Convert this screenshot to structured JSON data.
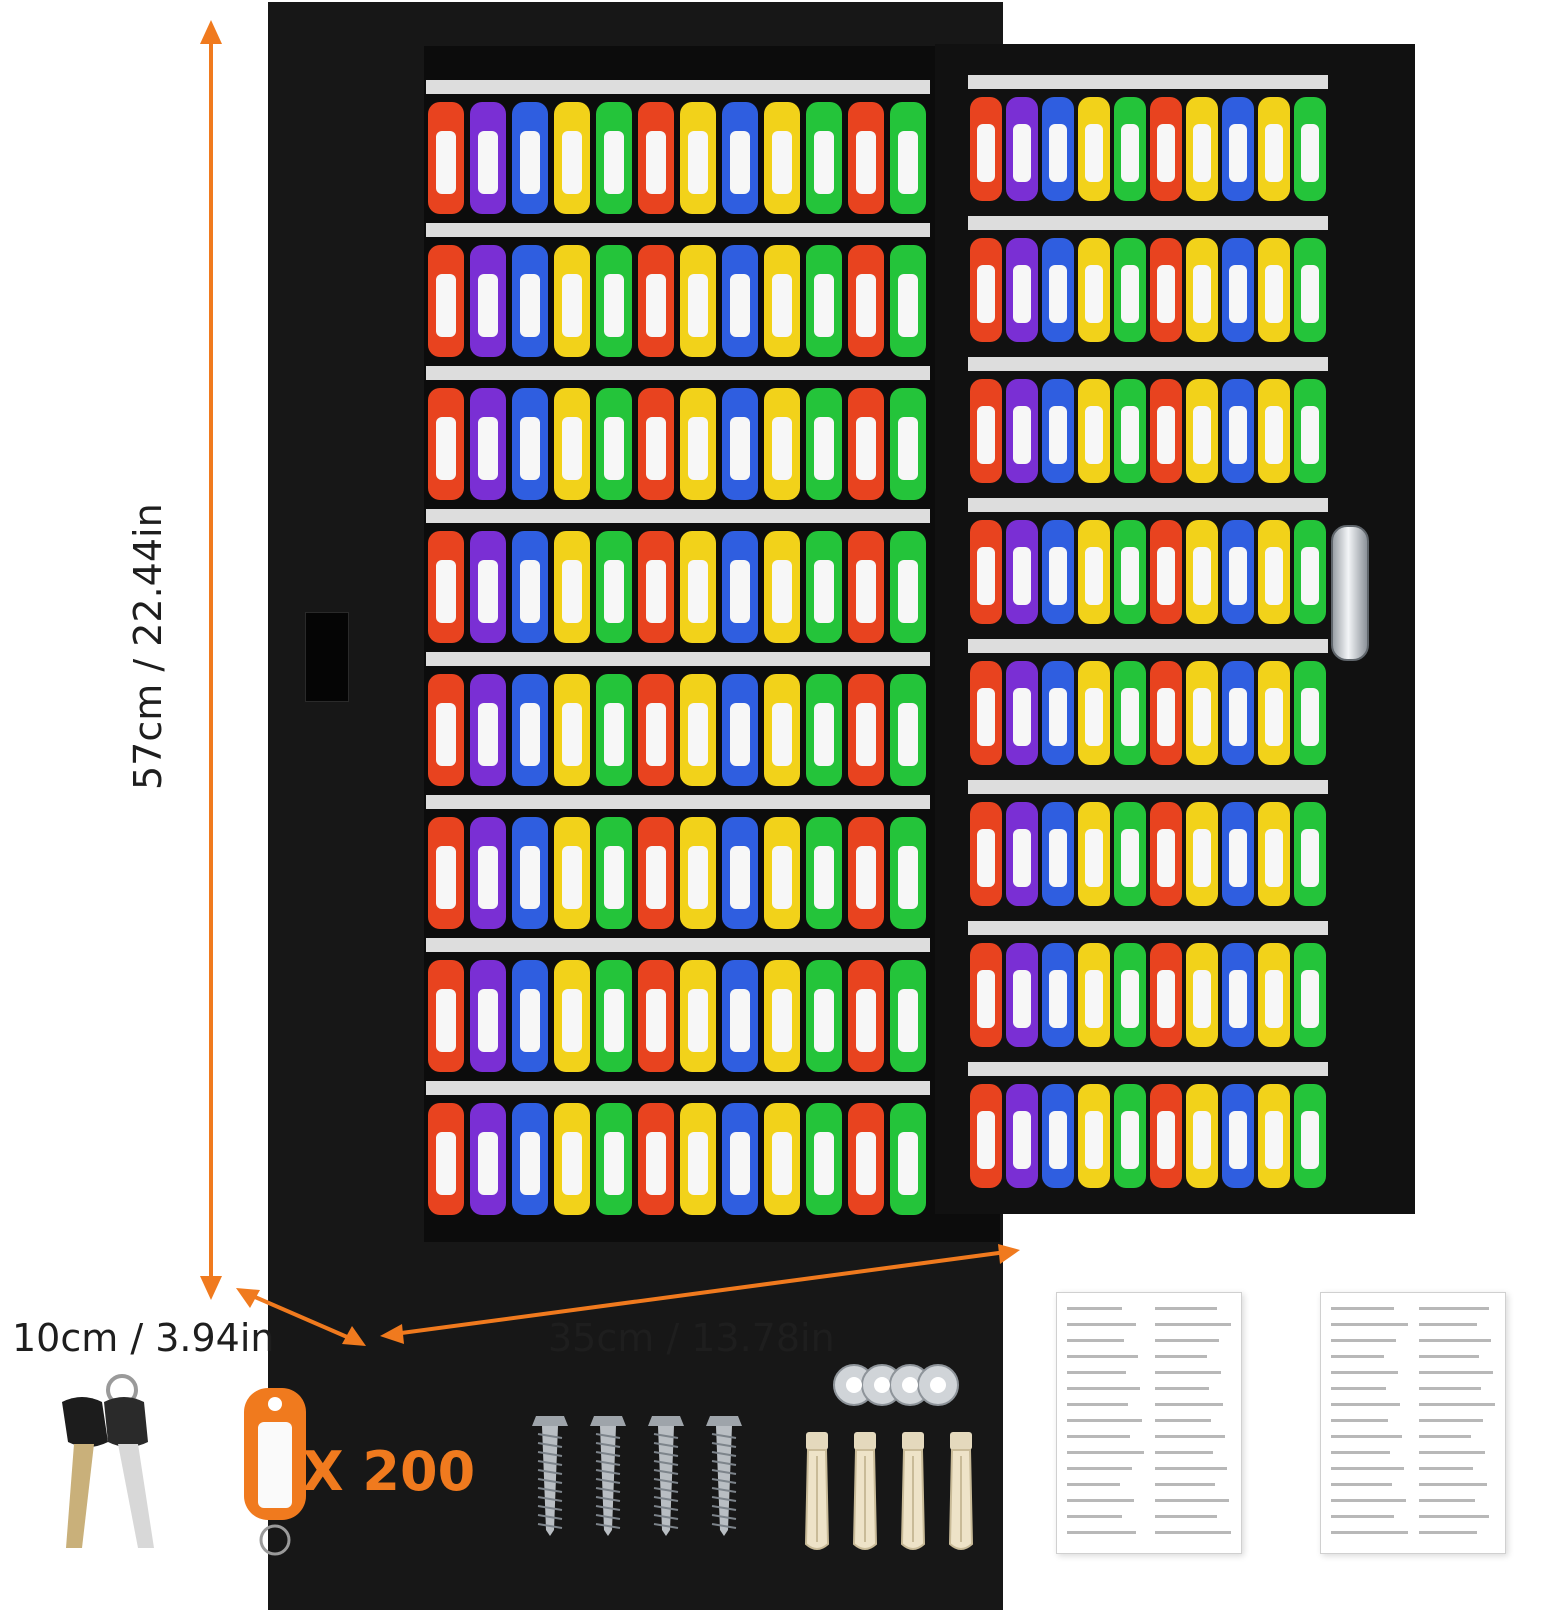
{
  "dimensions": {
    "height_label": "57cm / 22.44in",
    "depth_label": "10cm / 3.94in",
    "width_label": "35cm / 13.78in"
  },
  "accessories": {
    "tag_quantity_label": "X 200"
  },
  "colors": {
    "accent_orange": "#f07a1e",
    "cabinet_black": "#171717",
    "tag_palette": [
      "#e8431f",
      "#7a2fd4",
      "#2f5ee0",
      "#f2d21a",
      "#24c43a",
      "#e8431f",
      "#f2d21a",
      "#2f5ee0",
      "#f2d21a",
      "#24c43a",
      "#e8431f",
      "#24c43a"
    ]
  },
  "icons": [
    "dimension-arrow-icon",
    "key-icon",
    "key-tag-icon",
    "screw-icon",
    "wall-anchor-icon",
    "washer-icon",
    "lock-cylinder-icon"
  ]
}
